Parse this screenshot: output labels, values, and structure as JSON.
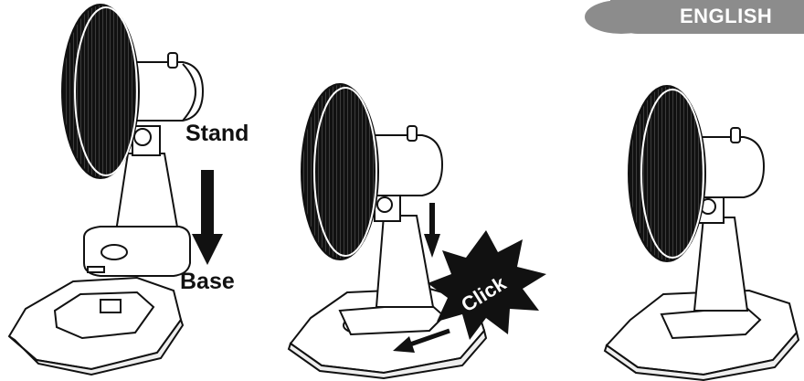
{
  "header": {
    "language_tab": "ENGLISH"
  },
  "step1": {
    "stand_label": "Stand",
    "base_label": "Base"
  },
  "step2": {
    "click_label": "Click"
  },
  "colors": {
    "tab_gray": "#8c8c8c",
    "ink": "#111111"
  }
}
